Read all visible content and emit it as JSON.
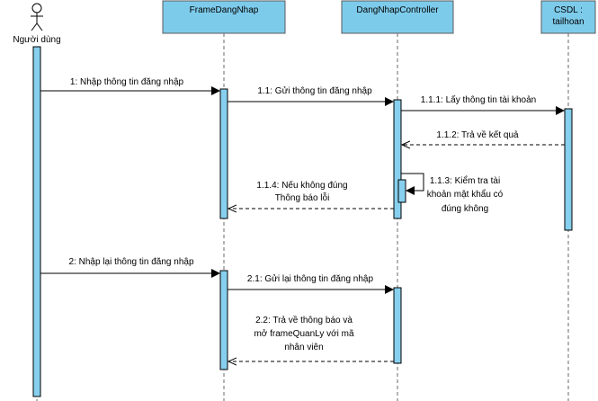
{
  "colors": {
    "lifeline_box_fill": "#7dcbeb",
    "activation_fill": "#87cfee",
    "stroke": "#000000",
    "lifeline_dash": "#6a6a6a"
  },
  "participants": {
    "actor": {
      "label": "Người dùng"
    },
    "frame": {
      "label": "FrameDangNhap"
    },
    "controller": {
      "label": "DangNhapController"
    },
    "db": {
      "label_line1": "CSDL :",
      "label_line2": "tailhoan"
    }
  },
  "messages": {
    "m1": {
      "lines": [
        "1: Nhập thông tin đăng nhập"
      ],
      "kind": "sync"
    },
    "m11": {
      "lines": [
        "1.1: Gửi thông tin đăng nhập"
      ],
      "kind": "sync"
    },
    "m111": {
      "lines": [
        "1.1.1: Lấy thông tin tài khoản"
      ],
      "kind": "sync"
    },
    "m112": {
      "lines": [
        "1.1.2: Trả về kết quả"
      ],
      "kind": "return"
    },
    "m113": {
      "lines": [
        "1.1.3: Kiểm tra tài",
        "khoản mật khẩu có",
        "đúng không"
      ],
      "kind": "self"
    },
    "m114": {
      "lines": [
        "1.1.4: Nếu không đúng",
        "Thông báo lỗi"
      ],
      "kind": "return"
    },
    "m2": {
      "lines": [
        "2: Nhập lại thông tin đăng nhập"
      ],
      "kind": "sync"
    },
    "m21": {
      "lines": [
        "2.1: Gửi lại thông tin đăng nhập"
      ],
      "kind": "sync"
    },
    "m22": {
      "lines": [
        "2.2: Trả về thông báo và",
        "mở frameQuanLy với mã",
        "nhân viên"
      ],
      "kind": "return"
    }
  }
}
